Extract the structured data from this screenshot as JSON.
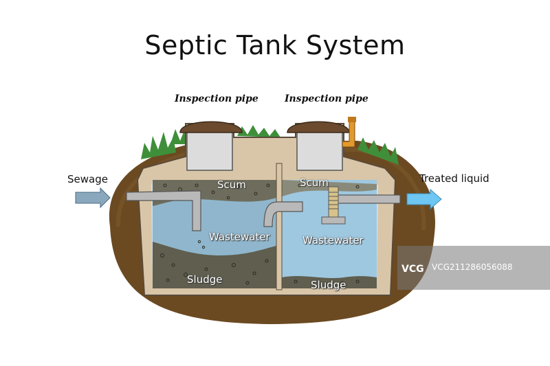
{
  "title": "Septic Tank System",
  "labels": {
    "inspection_pipe_left": "Inspection pipe",
    "inspection_pipe_right": "Inspection pipe",
    "sewage": "Sewage",
    "treated_liquid": "Treated liquid",
    "scum_left": "Scum",
    "scum_right": "Scum",
    "wastewater_left": "Wastewater",
    "wastewater_right": "Wastewater",
    "sludge_left": "Sludge",
    "sludge_right": "Sludge"
  },
  "watermark": {
    "logo": "VCG",
    "text": "VCG211286056088"
  },
  "colors": {
    "soil": "#6b4a22",
    "grass": "#3f8f3a",
    "tank_wall": "#d9c6a8",
    "wastewater": "#8fb6cc",
    "clear_water": "#9ec8e0",
    "sludge": "#5f5e4f",
    "pipe": "#b9b9b9",
    "lid": "#6b4a2e",
    "outlet_arrow": "#6ec6f2",
    "inlet_arrow": "#8aa8bd"
  }
}
